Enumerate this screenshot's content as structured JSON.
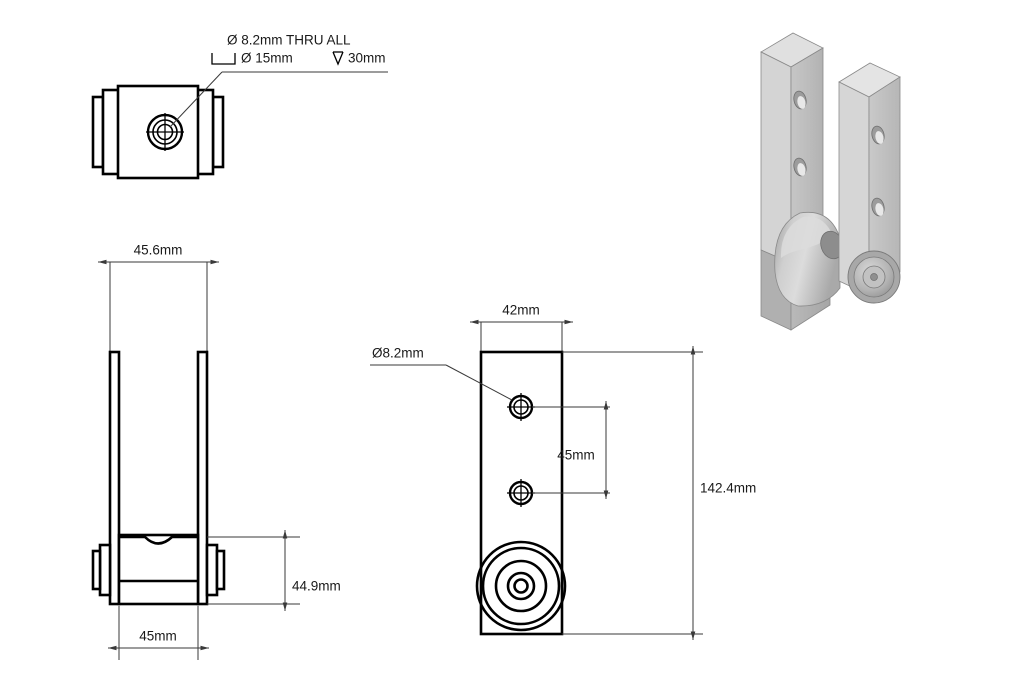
{
  "document": {
    "type": "cad-technical-drawing",
    "title": "Clevis Bracket Multi-View Engineering Drawing",
    "background_color": "#ffffff",
    "line_color": "#000000",
    "dimension_color": "#3a3a3a"
  },
  "views": {
    "top": {
      "name": "Top View",
      "note_line1": "Ø 8.2mm THRU ALL",
      "note_line2_counterbore_symbol": "⌴",
      "note_line2": "Ø 15mm",
      "note_line2_depth_symbol": "↓",
      "note_line2_depth": "30mm"
    },
    "front": {
      "name": "Front View",
      "dim_width_top": "45.6mm",
      "dim_width_bottom": "45mm",
      "dim_height_base": "44.9mm"
    },
    "side": {
      "name": "Side View",
      "dim_width": "42mm",
      "dim_hole_label": "Ø8.2mm",
      "dim_hole_spacing": "45mm",
      "dim_overall_height": "142.4mm"
    },
    "iso": {
      "name": "Isometric View",
      "shading": {
        "face_light": "#d2d2d2",
        "face_mid": "#b8b8b8",
        "face_dark": "#9a9a9a",
        "face_darker": "#848484",
        "highlight": "#e2e2e2",
        "edge": "#6f6f6f"
      }
    }
  },
  "annotations": {
    "labels": [
      {
        "id": "note-thru-all",
        "text": "Ø 8.2mm THRU ALL"
      },
      {
        "id": "note-counterbore",
        "text": "Ø 15mm"
      },
      {
        "id": "note-counterbore-depth",
        "text": "30mm"
      },
      {
        "id": "dim-45-6",
        "text": "45.6mm"
      },
      {
        "id": "dim-45",
        "text": "45mm"
      },
      {
        "id": "dim-44-9",
        "text": "44.9mm"
      },
      {
        "id": "dim-42",
        "text": "42mm"
      },
      {
        "id": "dim-hole-dia",
        "text": "Ø8.2mm"
      },
      {
        "id": "dim-hole-pitch",
        "text": "45mm"
      },
      {
        "id": "dim-overall",
        "text": "142.4mm"
      }
    ]
  }
}
